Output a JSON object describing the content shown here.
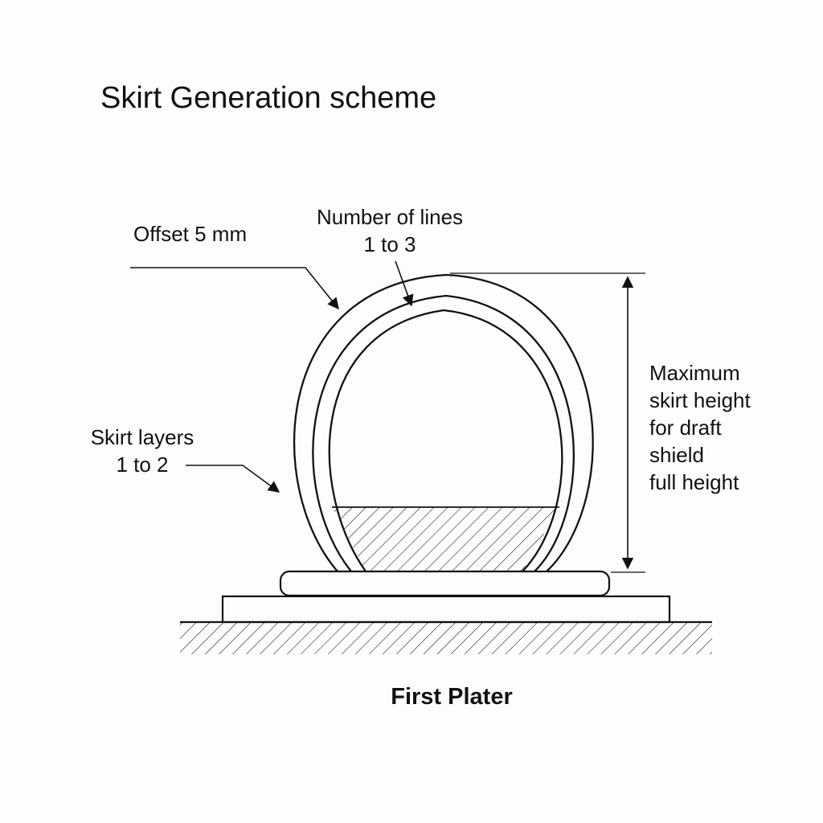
{
  "title": "Skirt Generation scheme",
  "labels": {
    "offset": "Offset 5 mm",
    "lines": [
      "Number of lines",
      "1 to 3"
    ],
    "layers": [
      "Skirt layers",
      "1 to 2"
    ],
    "height": [
      "Maximum",
      "skirt height",
      "for draft",
      "shield",
      "full height"
    ]
  },
  "caption": "First Plater",
  "colors": {
    "ink": "#111111",
    "background": "#fdfdfd"
  }
}
